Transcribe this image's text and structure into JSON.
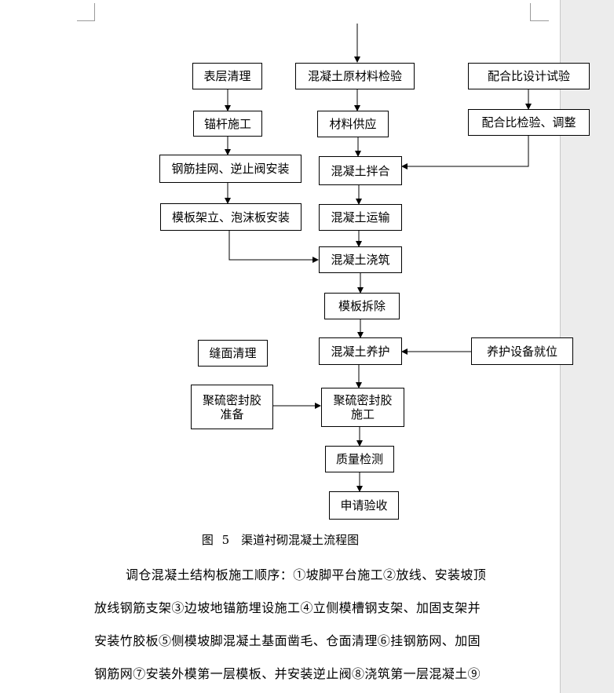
{
  "flowchart": {
    "boxes": {
      "surface_cleaning": "表层清理",
      "anchor_construction": "锚杆施工",
      "rebar_mesh_valve": "钢筋挂网、逆止阀安装",
      "formwork_foam": "模板架立、泡沫板安装",
      "raw_material_inspection": "混凝土原材料检验",
      "material_supply": "材料供应",
      "concrete_mixing": "混凝土拌合",
      "concrete_transport": "混凝土运输",
      "concrete_pouring": "混凝土浇筑",
      "formwork_removal": "模板拆除",
      "concrete_curing": "混凝土养护",
      "sealant_construction": "聚硫密封胶\n施工",
      "quality_inspection": "质量检测",
      "acceptance_application": "申请验收",
      "mix_design_test": "配合比设计试验",
      "mix_check_adjust": "配合比检验、调整",
      "curing_equipment": "养护设备就位",
      "joint_cleaning": "缝面清理",
      "sealant_preparation": "聚硫密封胶\n准备"
    }
  },
  "caption": "图 5　渠道衬砌混凝土流程图",
  "paragraph": {
    "lines": [
      "调仓混凝土结构板施工顺序：①坡脚平台施工②放线、安装坡顶",
      "放线钢筋支架③边坡地锚筋埋设施工④立侧模槽钢支架、加固支架并",
      "安装竹胶板⑤侧模坡脚混凝土基面凿毛、仓面清理⑥挂钢筋网、加固",
      "钢筋网⑦安装外模第一层模板、并安装逆止阀⑧浇筑第一层混凝土⑨"
    ]
  }
}
